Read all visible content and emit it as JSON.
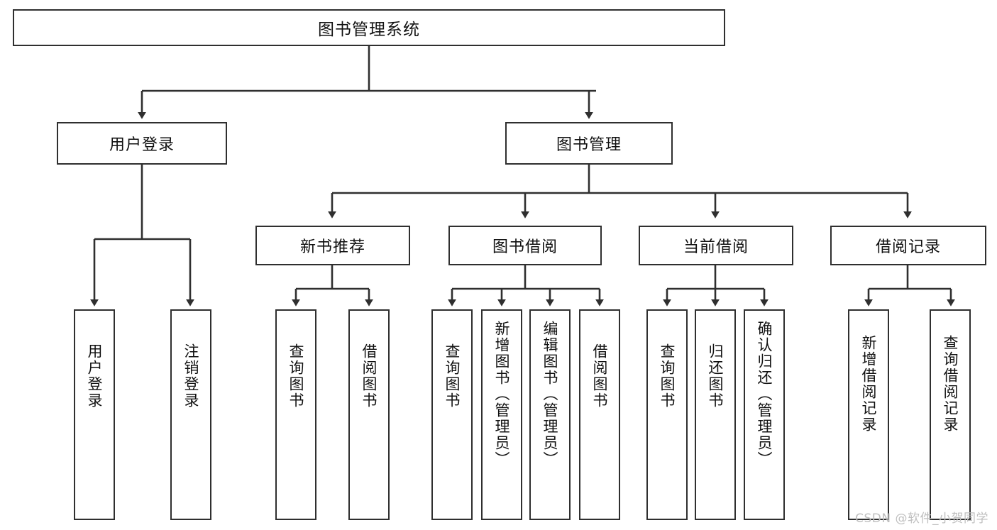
{
  "diagram": {
    "type": "tree",
    "title": "图书管理系统",
    "root": {
      "label": "图书管理系统"
    },
    "level1": [
      {
        "label": "用户登录"
      },
      {
        "label": "图书管理"
      }
    ],
    "level2": [
      {
        "label": "新书推荐"
      },
      {
        "label": "图书借阅"
      },
      {
        "label": "当前借阅"
      },
      {
        "label": "借阅记录"
      }
    ],
    "leaves": {
      "user_login": [
        {
          "label": "用户登录"
        },
        {
          "label": "注销登录"
        }
      ],
      "new_book_recommend": [
        {
          "label": "查询图书"
        },
        {
          "label": "借阅图书"
        }
      ],
      "book_borrow": [
        {
          "label": "查询图书"
        },
        {
          "label": "新增图书（管理员）"
        },
        {
          "label": "编辑图书（管理员）"
        },
        {
          "label": "借阅图书"
        }
      ],
      "current_borrow": [
        {
          "label": "查询图书"
        },
        {
          "label": "归还图书"
        },
        {
          "label": "确认归还（管理员）"
        }
      ],
      "borrow_record": [
        {
          "label": "新增借阅记录"
        },
        {
          "label": "查询借阅记录"
        }
      ]
    },
    "watermark": "CSDN @软件_小贺同学",
    "colors": {
      "border": "#2f2f2f",
      "fill": "#ffffff",
      "text": "#111111",
      "watermark": "#bfbfbf"
    }
  }
}
